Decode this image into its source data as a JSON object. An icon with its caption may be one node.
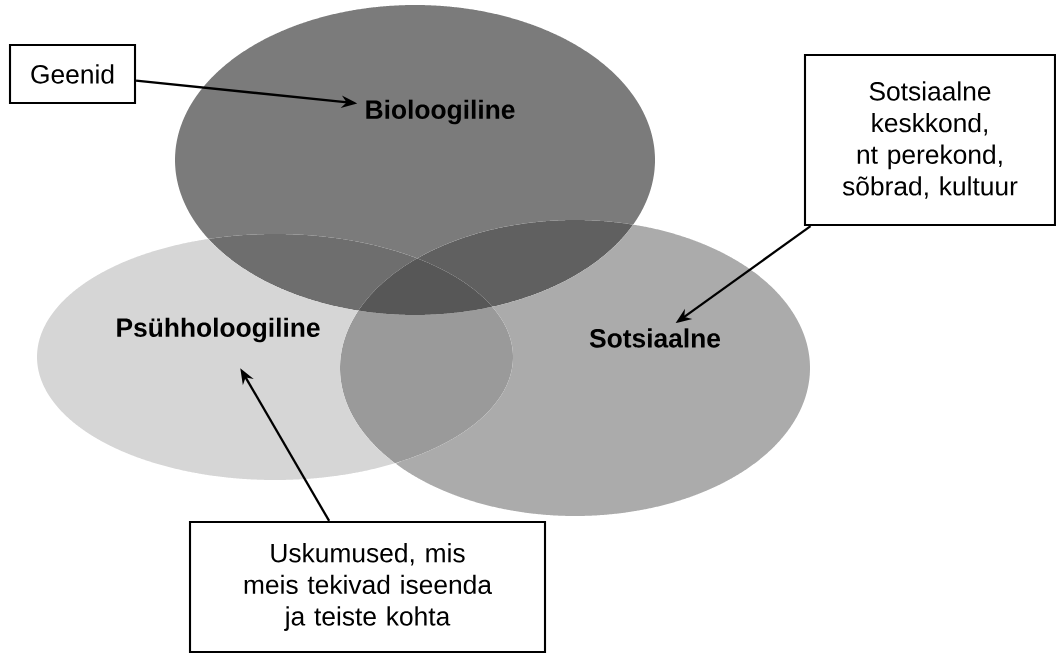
{
  "diagram": {
    "nodes": [
      {
        "text": [
          "Geenid"
        ]
      },
      {
        "text": [
          "Bioloogiline"
        ]
      },
      {
        "text": [
          "Sotsiaalne keskkond, nt perekond, sõbrad, kultuur"
        ]
      },
      {
        "text": [
          "Psühholoogiline"
        ]
      },
      {
        "text": [
          "Sotsiaalne"
        ]
      },
      {
        "text": [
          "Uskumused, mis meis tekivad iseenda ja teiste kohta"
        ]
      }
    ],
    "edges": [
      {
        "from": 0,
        "to": 1,
        "arrow": "to"
      },
      {
        "from": 2,
        "to": 4,
        "arrow": "to"
      },
      {
        "from": 5,
        "to": 3,
        "arrow": "to"
      }
    ]
  }
}
